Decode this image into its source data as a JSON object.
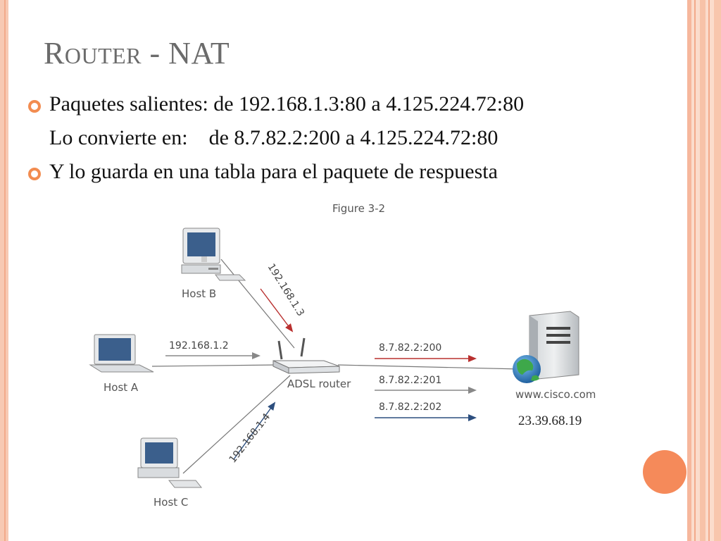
{
  "slide": {
    "title_first": "R",
    "title_rest": "OUTER",
    "title_suffix": " - NAT",
    "bullets": [
      {
        "text": "Paquetes salientes: de 192.168.1.3:80 a 4.125.224.72:80",
        "has_icon": true
      },
      {
        "text": "Lo convierte en:",
        "text2": "de 8.7.82.2:200 a 4.125.224.72:80",
        "has_icon": false
      },
      {
        "text": "Y lo guarda en una tabla para el paquete de respuesta",
        "has_icon": true
      }
    ]
  },
  "diagram": {
    "figure_label": "Figure 3-2",
    "host_a": "Host A",
    "host_b": "Host B",
    "host_c": "Host C",
    "router": "ADSL router",
    "server_name": "www.cisco.com",
    "server_ip": "23.39.68.19",
    "ip_host_a": "192.168.1.2",
    "ip_host_b": "192.168.1.3",
    "ip_host_c": "192.168.1.4",
    "out_ports": [
      "8.7.82.2:200",
      "8.7.82.2:201",
      "8.7.82.2:202"
    ]
  },
  "colors": {
    "accent": "#f28c50",
    "arrow_red": "#b9302f",
    "arrow_blue": "#2c4e7e",
    "arrow_gray": "#888888"
  },
  "icons": [
    "bullet-ring-icon",
    "computer-icon",
    "laptop-icon",
    "router-icon",
    "server-icon",
    "globe-icon"
  ]
}
